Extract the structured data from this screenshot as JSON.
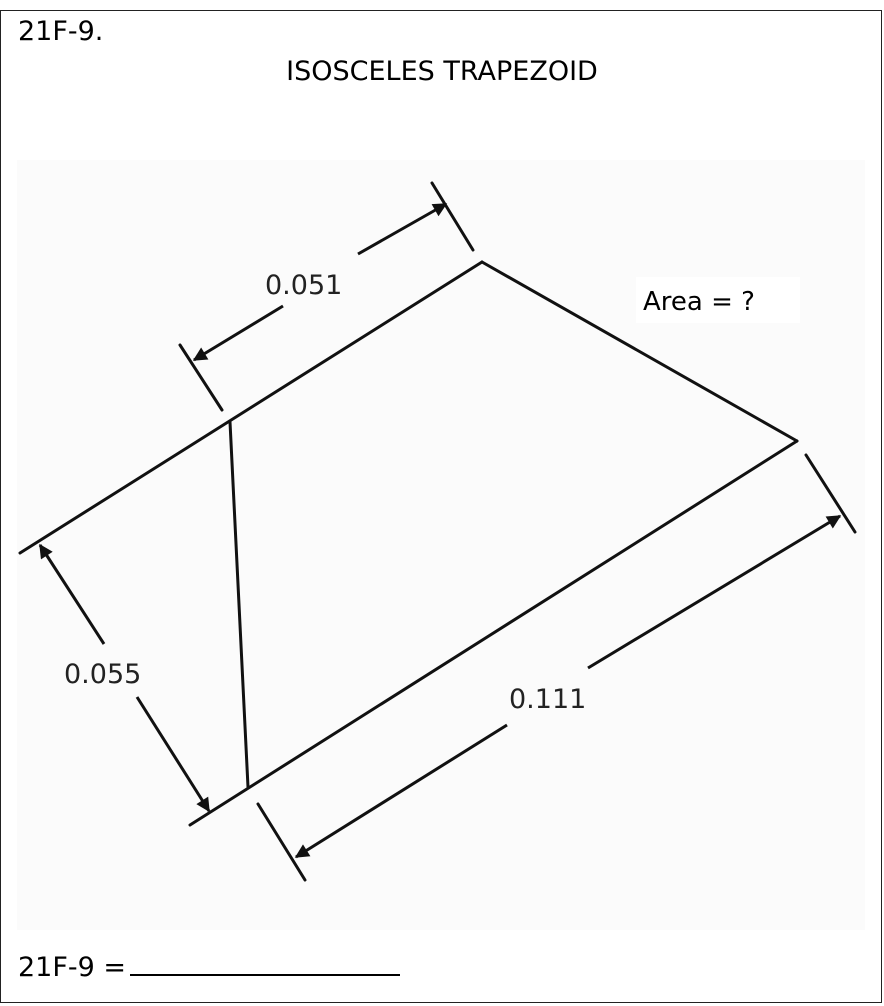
{
  "problem": {
    "number": "21F-9.",
    "title": "ISOSCELES TRAPEZOID",
    "answer_label": "21F-9 ="
  },
  "diagram": {
    "area_label": "Area = ?",
    "dimensions": {
      "top_base": "0.051",
      "height": "0.055",
      "bottom_base": "0.111"
    }
  }
}
